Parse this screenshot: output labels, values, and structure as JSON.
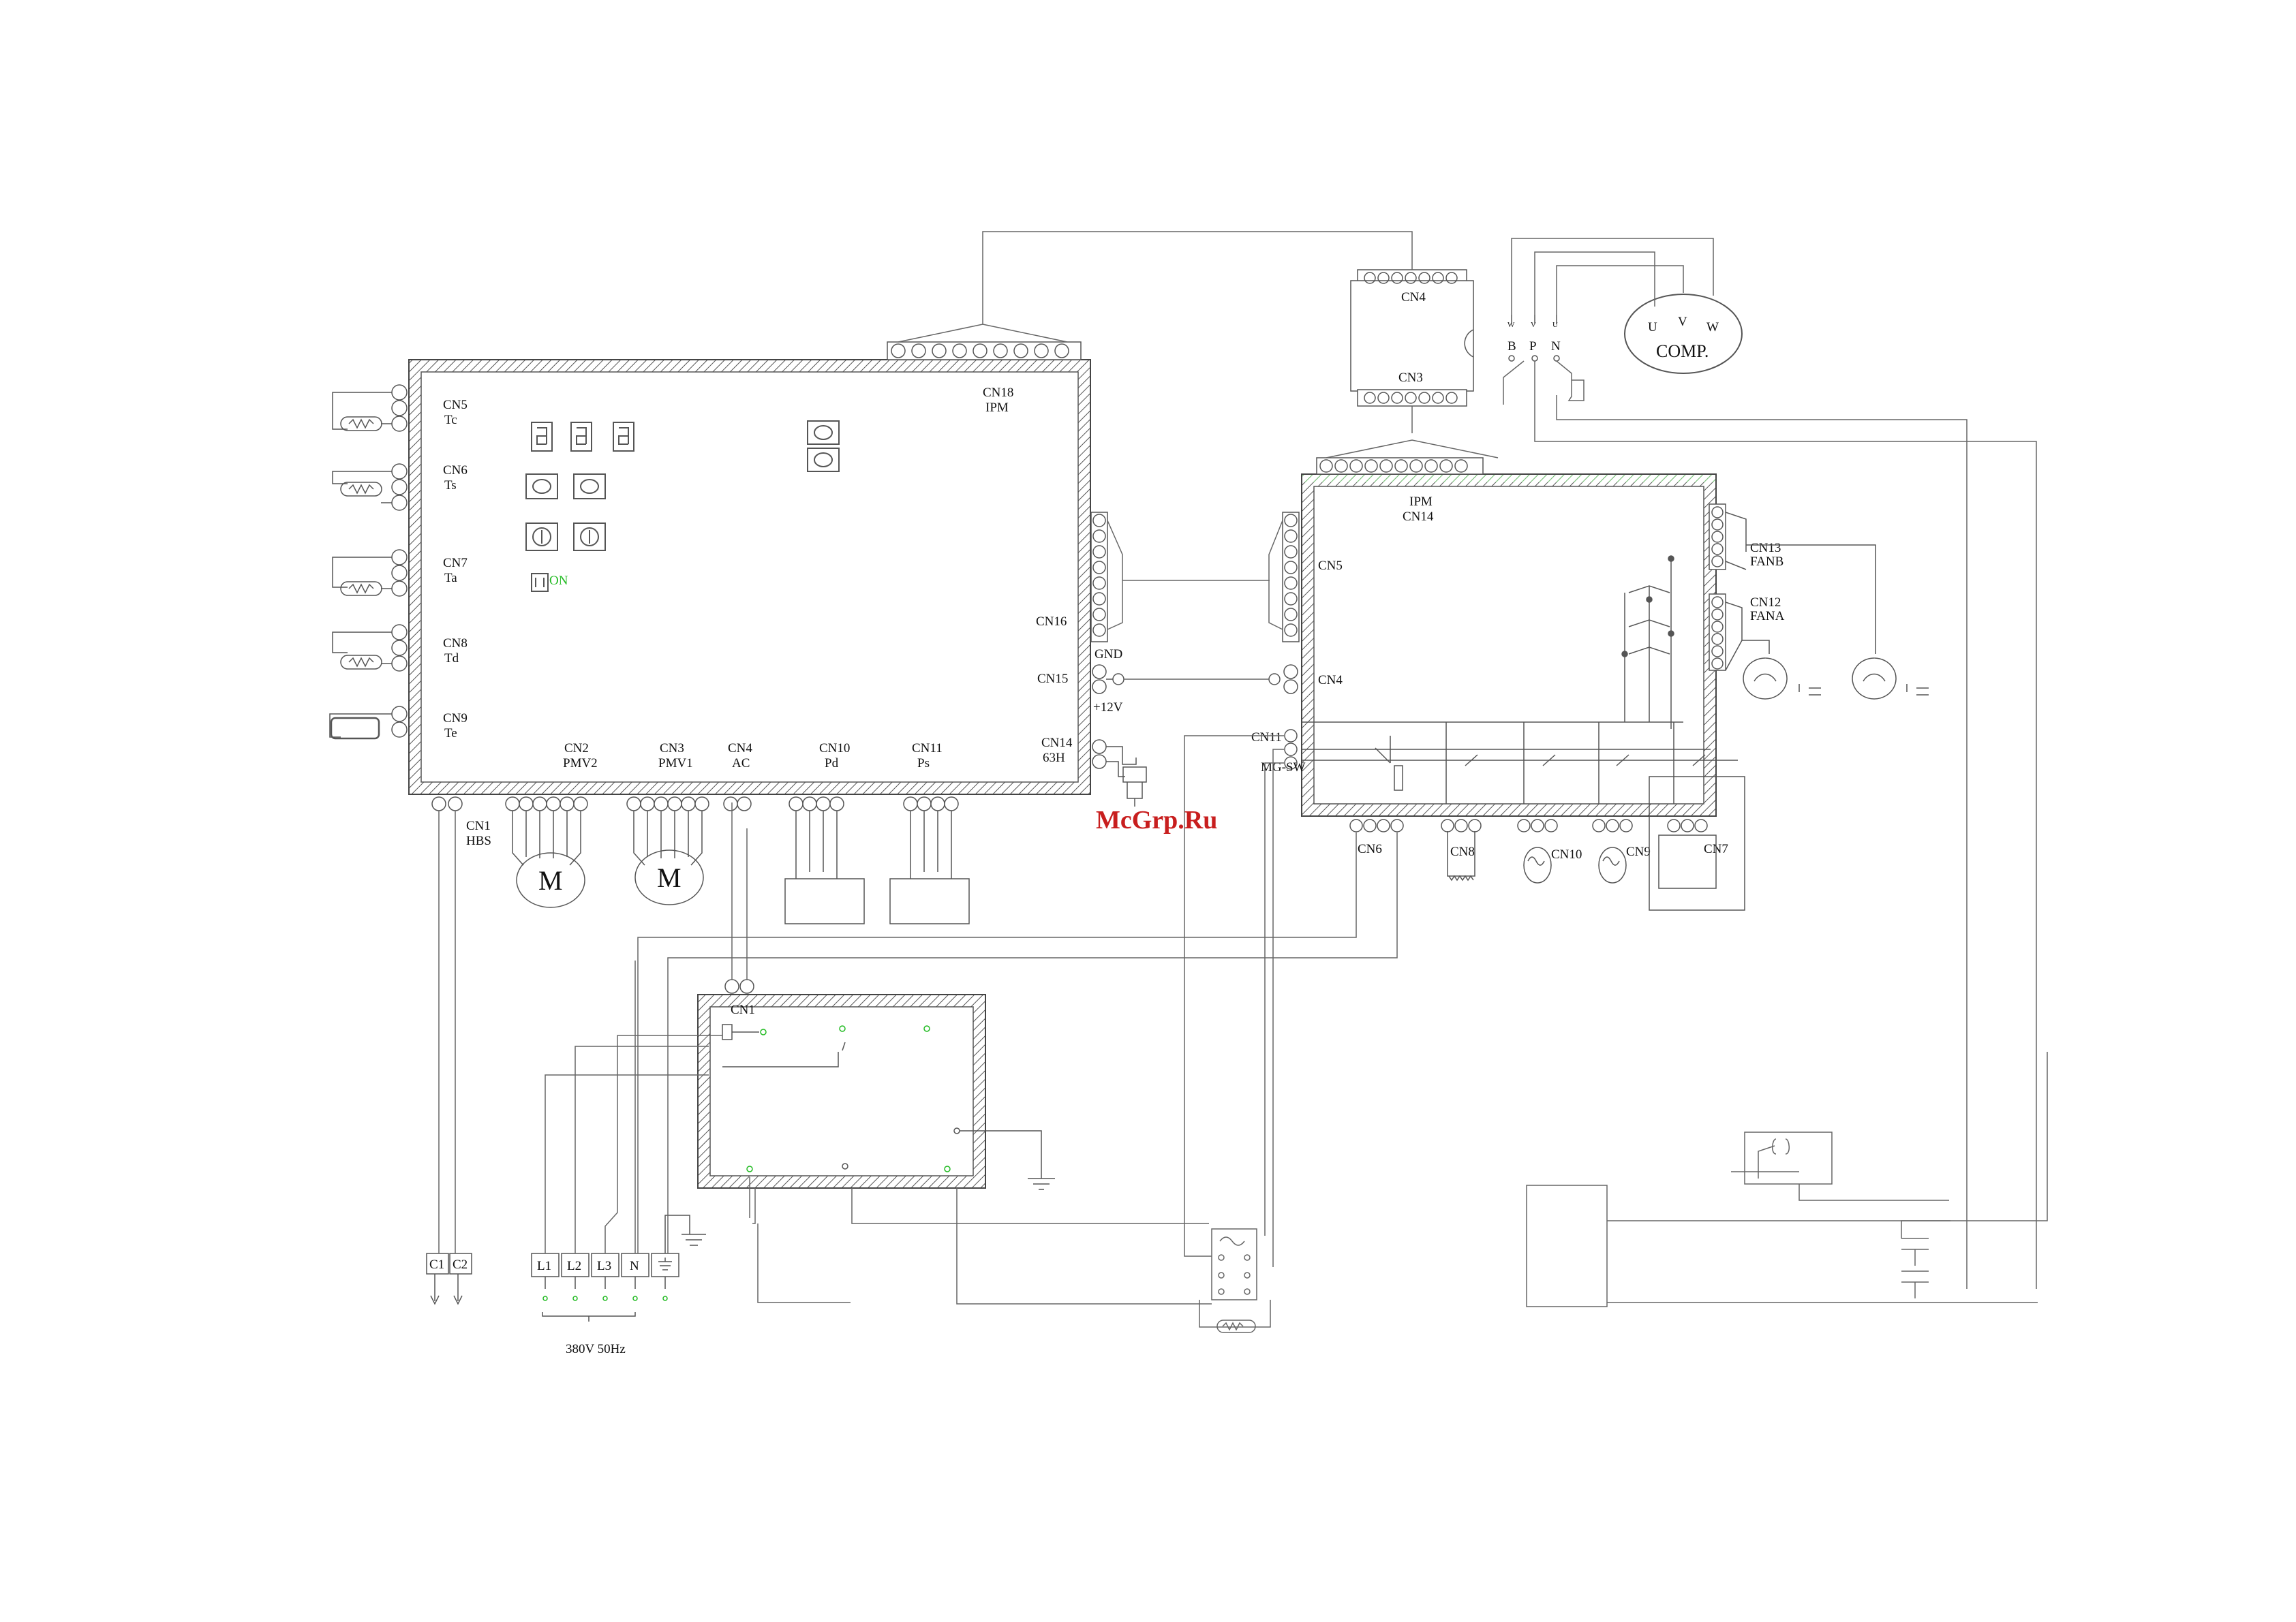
{
  "colors": {
    "line": "#444444",
    "wire": "#666666",
    "accent": "#22bb22",
    "watermark": "#c81e1e"
  },
  "watermark": "McGrp.Ru",
  "main_board": {
    "connectors": {
      "cn5": {
        "name": "CN5",
        "sub": "Tc"
      },
      "cn6": {
        "name": "CN6",
        "sub": "Ts"
      },
      "cn7": {
        "name": "CN7",
        "sub": "Ta"
      },
      "cn8": {
        "name": "CN8",
        "sub": "Td"
      },
      "cn9": {
        "name": "CN9",
        "sub": "Te"
      },
      "cn18": {
        "name": "CN18",
        "sub": "IPM"
      },
      "cn16": {
        "name": "CN16"
      },
      "cn15": {
        "name": "CN15",
        "gnd": "GND",
        "v12": "+12V"
      },
      "cn14": {
        "name": "CN14",
        "sub": "63H"
      },
      "cn1": {
        "name": "CN1",
        "sub": "HBS"
      },
      "cn2": {
        "name": "CN2",
        "sub": "PMV2"
      },
      "cn3": {
        "name": "CN3",
        "sub": "PMV1"
      },
      "cn4": {
        "name": "CN4",
        "sub": "AC"
      },
      "cn10": {
        "name": "CN10",
        "sub": "Pd"
      },
      "cn11": {
        "name": "CN11",
        "sub": "Ps"
      }
    },
    "dip_label": "ON"
  },
  "motor_label": "M",
  "ipm_module": {
    "cn4": "CN4",
    "cn3": "CN3",
    "terms_top": [
      "W",
      "V",
      "U"
    ],
    "terms_bottom": [
      "B",
      "P",
      "N"
    ]
  },
  "compressor": {
    "label": "COMP.",
    "terms": [
      "U",
      "V",
      "W"
    ]
  },
  "ipm_board": {
    "title": "IPM",
    "title_sub": "CN14",
    "cn5": "CN5",
    "cn4": "CN4",
    "cn11": "CN11",
    "mgsw": "MG-SW",
    "cn13": {
      "name": "CN13",
      "sub": "FANB"
    },
    "cn12": {
      "name": "CN12",
      "sub": "FANA"
    },
    "cn6": "CN6",
    "cn8": "CN8",
    "cn10": "CN10",
    "cn9": "CN9",
    "cn7": "CN7"
  },
  "filter_board": {
    "cn1": "CN1"
  },
  "terminals": {
    "c1": "C1",
    "c2": "C2",
    "l1": "L1",
    "l2": "L2",
    "l3": "L3",
    "n": "N",
    "power_label": "380V 50Hz"
  }
}
